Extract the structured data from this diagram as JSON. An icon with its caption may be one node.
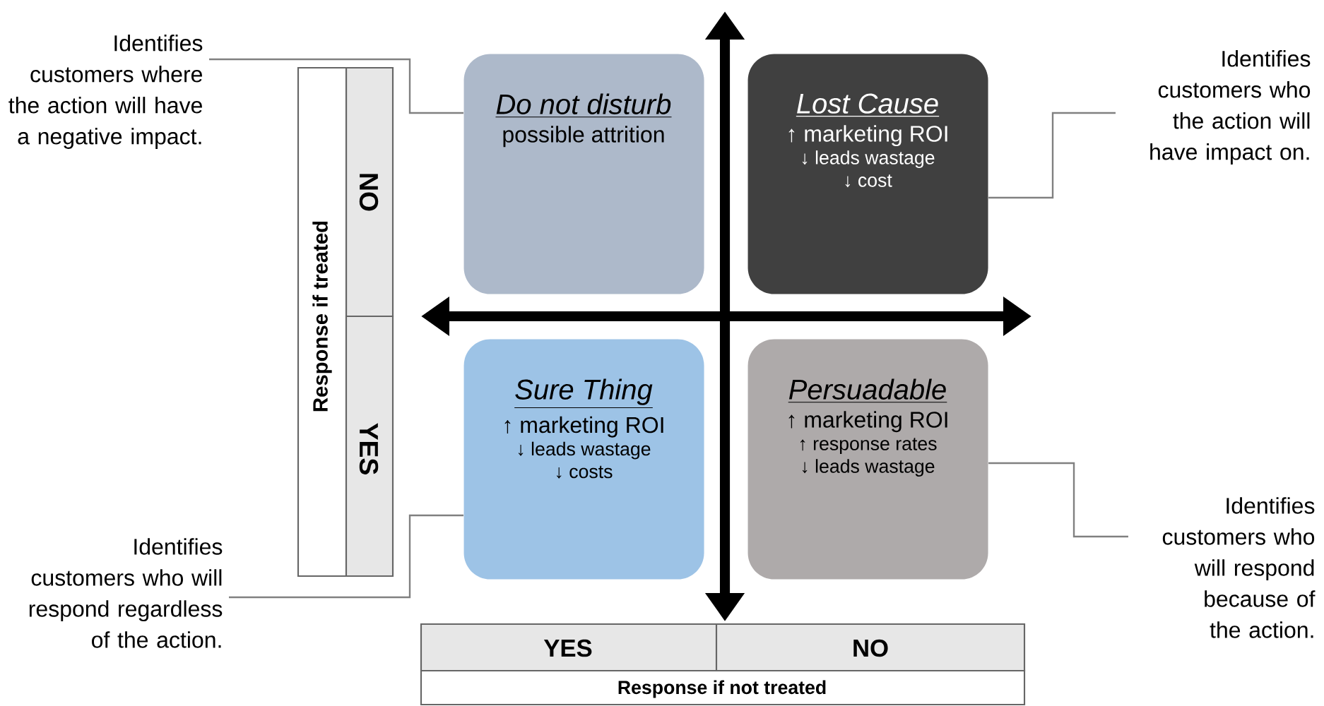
{
  "diagram": {
    "nodes": [
      {
        "text": [
          "Identifies customers where the action will have a negative impact."
        ]
      },
      {
        "text": [
          "Do not disturb",
          "possible attrition"
        ]
      },
      {
        "text": [
          "Lost Cause",
          "↑ marketing ROI",
          "↓ leads wastage",
          "↓ cost"
        ]
      },
      {
        "text": [
          "Identifies customers who the action will have impact on."
        ]
      },
      {
        "text": [
          "Sure Thing",
          "↑ marketing ROI",
          "↓ leads wastage",
          "↓ costs"
        ]
      },
      {
        "text": [
          "Persuadable",
          "↑ marketing ROI",
          "↑ response rates",
          "↓ leads wastage"
        ]
      },
      {
        "text": [
          "Identifies customers who will respond regardless of the action."
        ]
      },
      {
        "text": [
          "Identifies customers who will respond because of the action."
        ]
      }
    ],
    "edges": [
      {
        "from": 0,
        "to": 1,
        "arrow": "none"
      },
      {
        "from": 3,
        "to": 2,
        "arrow": "none"
      },
      {
        "from": 6,
        "to": 4,
        "arrow": "none"
      },
      {
        "from": 7,
        "to": 5,
        "arrow": "none"
      }
    ],
    "labels": [
      "NO",
      "Response if treated",
      "YES",
      "YES",
      "NO",
      "Response if not treated"
    ]
  }
}
